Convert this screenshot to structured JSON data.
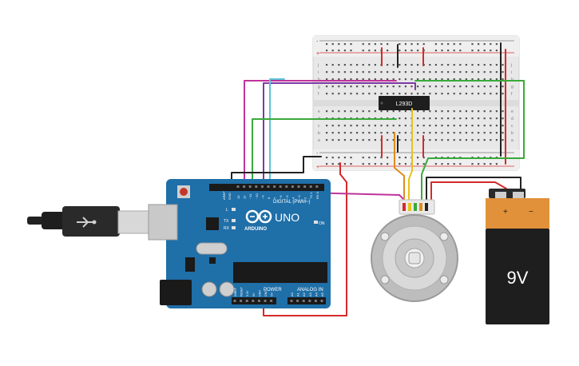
{
  "breadboard": {
    "chip_label": "L293D",
    "row_letters_top": [
      "j",
      "i",
      "h",
      "g",
      "f"
    ],
    "row_letters_bottom": [
      "e",
      "d",
      "c",
      "b",
      "a"
    ],
    "rail_minus": "-",
    "rail_plus": "+"
  },
  "arduino": {
    "uno_label": "UNO",
    "brand_label": "ARDUINO",
    "digital_label": "DIGITAL (PWM~)",
    "power_label": "POWER",
    "analog_label": "ANALOG IN",
    "on_label": "ON",
    "l_label": "L",
    "tx_label": "TX",
    "rx_label": "RX",
    "aref_label": "AREF",
    "gnd_label": "GND",
    "digital_pins": [
      "13",
      "12",
      "~11",
      "~10",
      "~9",
      "8",
      "7",
      "~6",
      "~5",
      "4",
      "~3",
      "2",
      "TX 1",
      "RX 0"
    ],
    "power_pins": [
      "IOREF",
      "RESET",
      "3.3V",
      "5V",
      "GND",
      "GND",
      "Vin"
    ],
    "analog_pins": [
      "A0",
      "A1",
      "A2",
      "A3",
      "A4",
      "A5"
    ]
  },
  "battery": {
    "label": "9V",
    "plus": "+",
    "minus": "−"
  },
  "colors": {
    "board_blue": "#1f6fa8",
    "battery_orange": "#e0913a",
    "battery_black": "#1e1e1e",
    "wire_red": "#d42a2a",
    "wire_black": "#222222",
    "wire_magenta": "#c0339a",
    "wire_purple": "#7d3aa6",
    "wire_cyan": "#5ec3d8",
    "wire_green": "#3aaa3a",
    "wire_orange": "#e08a1e",
    "wire_yellow": "#e8c21a"
  },
  "icons": [
    "usb-cable-icon",
    "dc-motor-icon",
    "battery-9v-icon",
    "breadboard-icon",
    "arduino-board-icon",
    "chip-icon"
  ]
}
